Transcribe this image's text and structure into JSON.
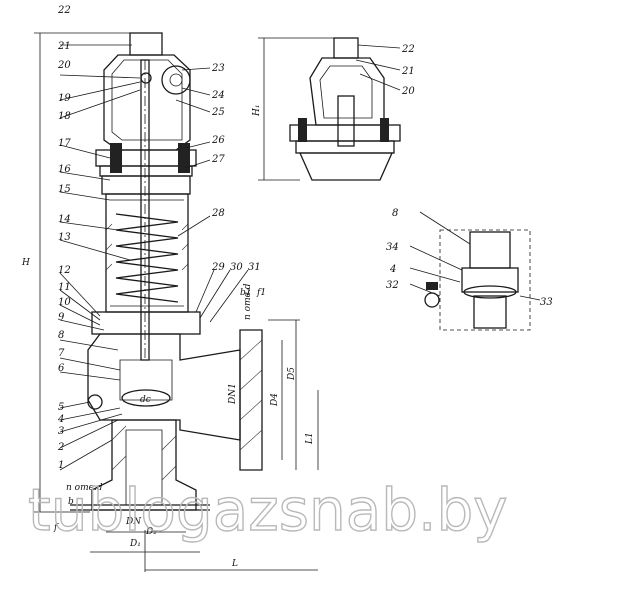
{
  "drawing": {
    "leaders": [
      "22",
      "21",
      "20",
      "19",
      "18",
      "17",
      "16",
      "15",
      "14",
      "13",
      "12",
      "11",
      "10",
      "9",
      "8",
      "7",
      "6",
      "5",
      "4",
      "3",
      "2",
      "1"
    ],
    "leaders_right": [
      "23",
      "24",
      "25",
      "26",
      "27",
      "28",
      "29",
      "30",
      "31"
    ],
    "top_view": [
      "22",
      "21",
      "20"
    ],
    "detail_view": [
      "8",
      "34",
      "4",
      "32",
      "33"
    ],
    "dims": {
      "H": "H",
      "H1": "H₁",
      "L": "L",
      "L1": "L1",
      "DN": "DN",
      "DN1": "DN1",
      "dc": "dc",
      "D1": "D₁",
      "D2": "D₂",
      "D5": "D5",
      "D4": "D4",
      "b": "b",
      "b1": "b1",
      "f": "f",
      "f1": "f1",
      "nd": "n отв.d",
      "nd1": "n отв.d"
    }
  },
  "watermark": "tublogazsnab.by"
}
